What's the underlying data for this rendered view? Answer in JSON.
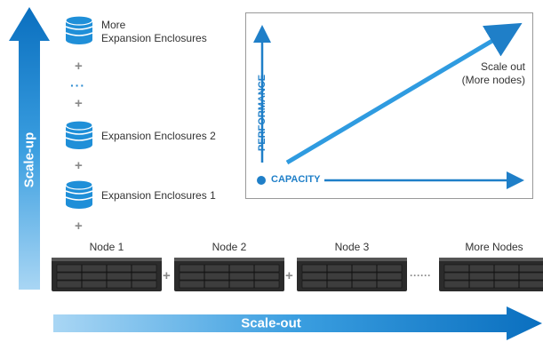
{
  "scale_up": {
    "label": "Scale-up"
  },
  "scale_out": {
    "label": "Scale-out"
  },
  "stack": {
    "items": [
      {
        "label_line1": "More",
        "label_line2": "Expansion Enclosures"
      },
      {
        "label": "Expansion Enclosures 2"
      },
      {
        "label": "Expansion Enclosures 1"
      }
    ],
    "plus": "+",
    "ellipsis": "···"
  },
  "chart": {
    "y_axis_label": "PERFORMANCE",
    "x_axis_label": "CAPACITY",
    "annotation_line1": "Scale out",
    "annotation_line2": "(More nodes)"
  },
  "nodes": [
    {
      "label": "Node 1"
    },
    {
      "label": "Node 2"
    },
    {
      "label": "Node 3"
    },
    {
      "label": "More Nodes"
    }
  ],
  "node_separators": [
    "+",
    "+",
    "······"
  ],
  "colors": {
    "accent_dark": "#0a6fbf",
    "accent_light": "#5bb4ea",
    "icon_blue": "#1f8fd8",
    "chart_blue": "#1f7fc8"
  }
}
